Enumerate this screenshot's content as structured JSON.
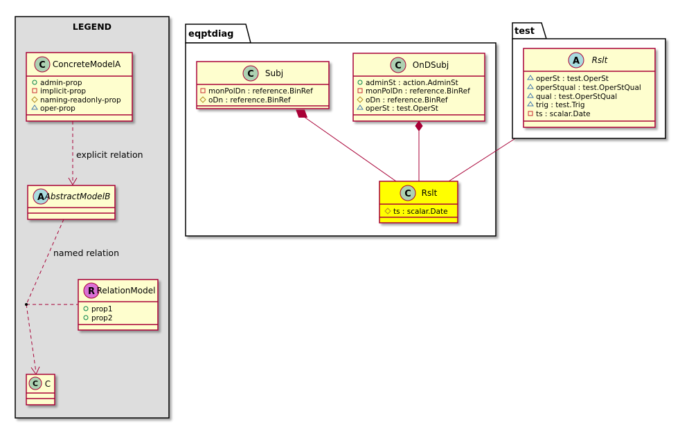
{
  "legend": {
    "title": "LEGEND",
    "concrete_model": {
      "stereotype": "C",
      "name": "ConcreteModelA",
      "attributes": [
        {
          "vis": "public",
          "text": "admin-prop"
        },
        {
          "vis": "private",
          "text": "implicit-prop"
        },
        {
          "vis": "protected",
          "text": "naming-readonly-prop"
        },
        {
          "vis": "package",
          "text": "oper-prop"
        }
      ]
    },
    "explicit_relation_label": "explicit relation",
    "abstract_model": {
      "stereotype": "A",
      "name": "AbstractModelB"
    },
    "named_relation_label": "named relation",
    "relation_model": {
      "stereotype": "R",
      "name": "RelationModel",
      "attributes": [
        {
          "vis": "public",
          "text": "prop1"
        },
        {
          "vis": "public",
          "text": "prop2"
        }
      ]
    },
    "c_model": {
      "stereotype": "C",
      "name": "C"
    }
  },
  "eqptdiag": {
    "package_name": "eqptdiag",
    "subj": {
      "stereotype": "C",
      "name": "Subj",
      "attributes": [
        {
          "vis": "private",
          "text": "monPolDn : reference.BinRef"
        },
        {
          "vis": "protected",
          "text": "oDn : reference.BinRef"
        }
      ]
    },
    "ondsubj": {
      "stereotype": "C",
      "name": "OnDSubj",
      "attributes": [
        {
          "vis": "public",
          "text": "adminSt : action.AdminSt"
        },
        {
          "vis": "private",
          "text": "monPolDn : reference.BinRef"
        },
        {
          "vis": "protected",
          "text": "oDn : reference.BinRef"
        },
        {
          "vis": "package",
          "text": "operSt : test.OperSt"
        }
      ]
    },
    "rslt": {
      "stereotype": "C",
      "name": "Rslt",
      "attributes": [
        {
          "vis": "protected",
          "text": "ts : scalar.Date"
        }
      ]
    }
  },
  "test": {
    "package_name": "test",
    "rslt": {
      "stereotype": "A",
      "name": "Rslt",
      "attributes": [
        {
          "vis": "package",
          "text": "operSt : test.OperSt"
        },
        {
          "vis": "package",
          "text": "operStqual : test.OperStQual"
        },
        {
          "vis": "package",
          "text": "qual : test.OperStQual"
        },
        {
          "vis": "package",
          "text": "trig : test.Trig"
        },
        {
          "vis": "private",
          "text": "ts : scalar.Date"
        }
      ]
    }
  },
  "colors": {
    "class_fill": "#FEFECE",
    "class_border": "#A80036",
    "highlight_fill": "#FFFF00",
    "legend_bg": "#DDDDDD",
    "circle_c": "#ADD1B2",
    "circle_a": "#A9DCDF",
    "circle_r": "#DA70D6",
    "edge": "#A80036"
  }
}
